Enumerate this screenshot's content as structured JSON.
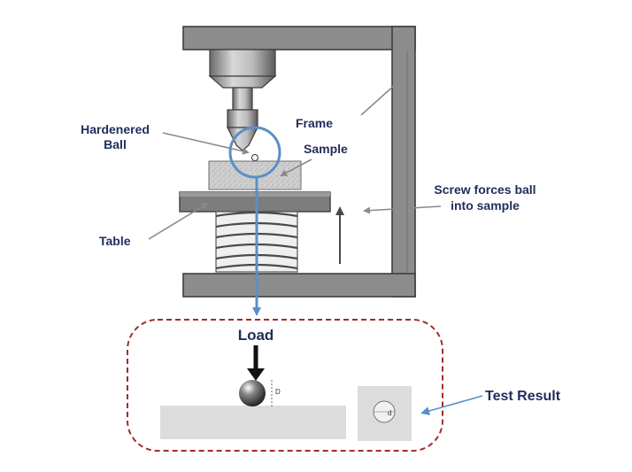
{
  "labels": {
    "hardened_ball_line1": "Hardenered",
    "hardened_ball_line2": "Ball",
    "frame": "Frame",
    "sample": "Sample",
    "screw_line1": "Screw forces ball",
    "screw_line2": "into sample",
    "table": "Table",
    "load": "Load",
    "test_result": "Test Result",
    "dim_D": "D",
    "dim_d": "d"
  },
  "colors": {
    "frame": "#8c8c8c",
    "frame_dark": "#555555",
    "label_text": "#1f2d5c",
    "highlight_blue": "#5b8fc7",
    "dashed_border": "#a32a2a"
  }
}
